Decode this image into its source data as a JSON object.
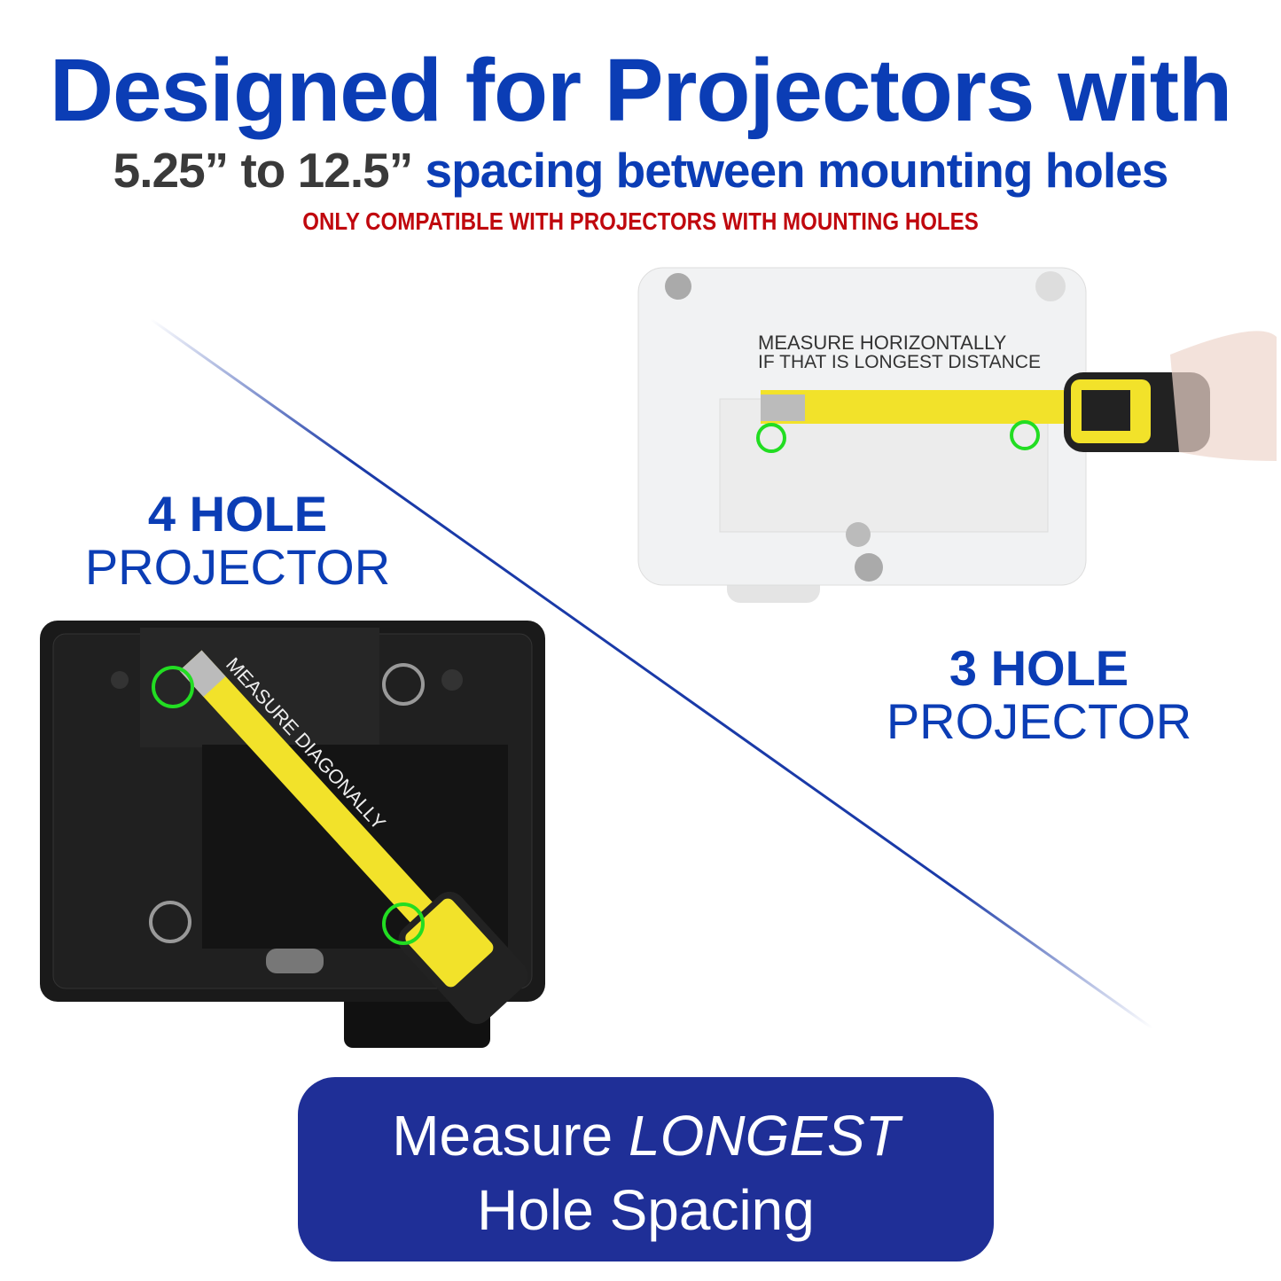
{
  "header": {
    "title": "Designed for Projectors with",
    "subtitle_range": "5.25” to 12.5”",
    "subtitle_rest": "spacing between mounting holes",
    "warning": "ONLY COMPATIBLE WITH PROJECTORS WITH MOUNTING HOLES"
  },
  "left": {
    "line1": "4 HOLE",
    "line2": "PROJECTOR",
    "tape_text": "MEASURE DIAGONALLY"
  },
  "right": {
    "line1": "3 HOLE",
    "line2": "PROJECTOR",
    "note_line1": "MEASURE HORIZONTALLY",
    "note_line2": "IF THAT IS LONGEST DISTANCE"
  },
  "callout": {
    "line1_a": "Measure",
    "line1_b": "LONGEST",
    "line2": "Hole Spacing"
  },
  "colors": {
    "brand_blue": "#0b3db5",
    "warning_red": "#c0080e",
    "callout_bg": "#1f2f97",
    "hole_marker": "#22dd22",
    "tape": "#f2e22a"
  }
}
